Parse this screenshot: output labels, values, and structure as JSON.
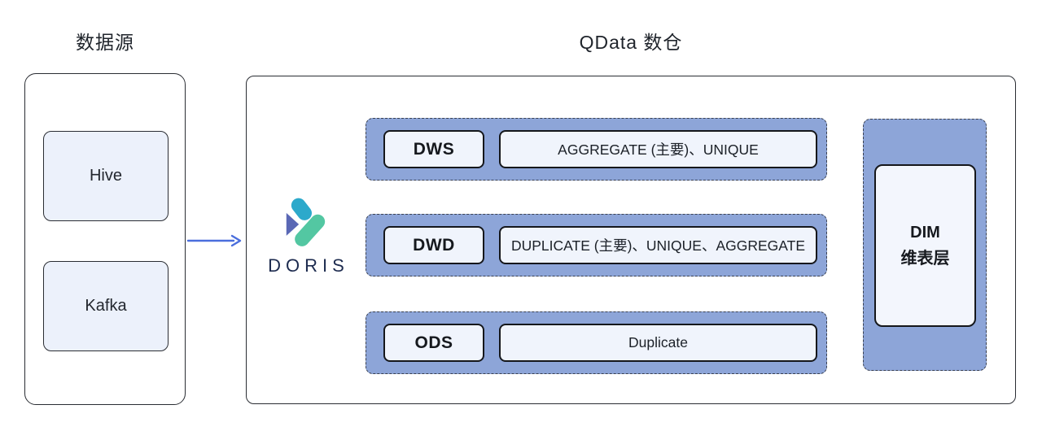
{
  "titles": {
    "left": "数据源",
    "right": "QData 数仓"
  },
  "sources": {
    "hive": "Hive",
    "kafka": "Kafka"
  },
  "doris": {
    "wordmark": "DORIS"
  },
  "warehouse": {
    "layers": [
      {
        "name": "DWS",
        "models": "AGGREGATE (主要)、UNIQUE"
      },
      {
        "name": "DWD",
        "models": "DUPLICATE (主要)、UNIQUE、AGGREGATE"
      },
      {
        "name": "ODS",
        "models": "Duplicate"
      }
    ],
    "dim": {
      "title": "DIM",
      "subtitle": "维表层"
    }
  },
  "icons": {
    "flow_arrow": "right-arrow-icon",
    "doris_logo": "doris-logo-icon"
  },
  "colors": {
    "background": "#ffffff",
    "container_border": "#2a2d33",
    "layer_band_fill": "#8da5d8",
    "dashed_border": "#394050",
    "node_fill_light": "#ecf1fb",
    "inner_box_fill": "#f0f4fc",
    "arrow_blue": "#4a6edd",
    "doris_teal": "#2CA9CB",
    "doris_purple": "#5A68B5",
    "doris_green": "#53C7A2",
    "doris_text": "#1d2b4f"
  }
}
